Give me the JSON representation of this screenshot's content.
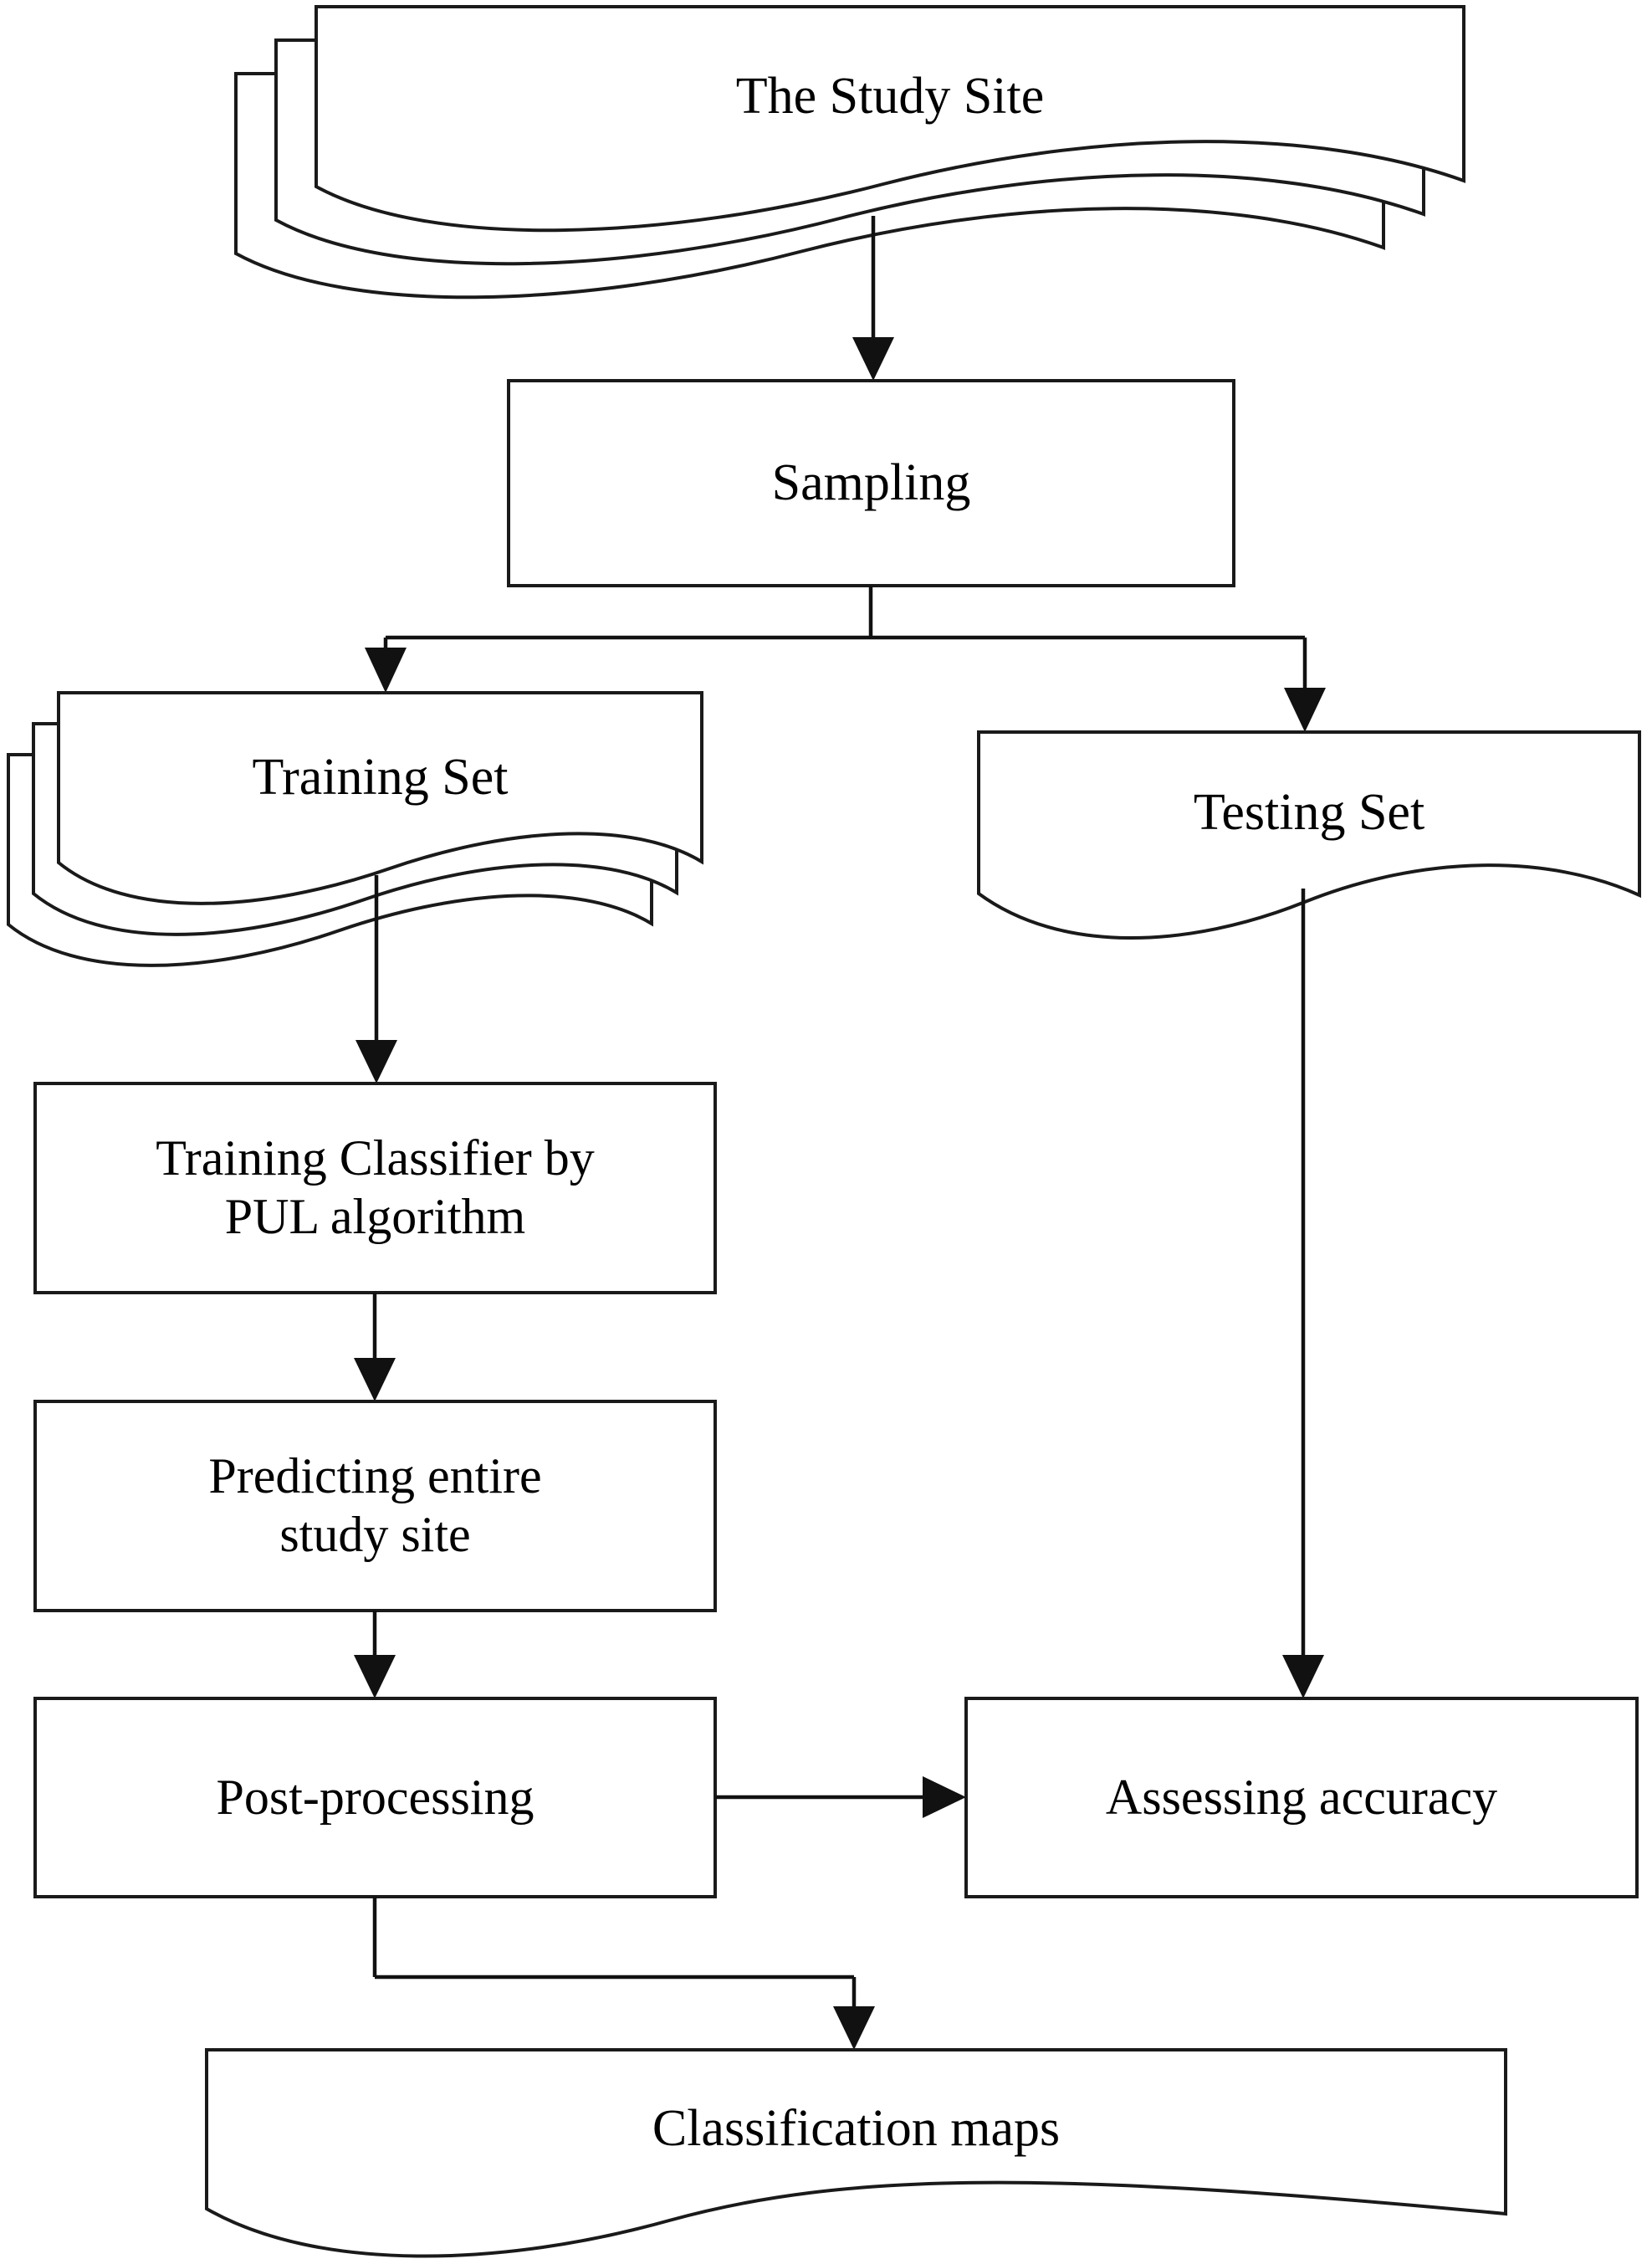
{
  "diagram": {
    "title": "Classification workflow flowchart",
    "background_color": "#ffffff",
    "stroke_color": "#1a1a1a",
    "text_color": "#000000"
  },
  "nodes": [
    {
      "id": "study-site",
      "label": "The Study Site",
      "shape": "multi-document",
      "layers": 3,
      "font_size": 62
    },
    {
      "id": "sampling",
      "label": "Sampling",
      "shape": "process-rectangle",
      "font_size": 62
    },
    {
      "id": "training-set",
      "label": "Training Set",
      "shape": "multi-document",
      "layers": 3,
      "font_size": 62
    },
    {
      "id": "testing-set",
      "label": "Testing Set",
      "shape": "document",
      "layers": 1,
      "font_size": 62
    },
    {
      "id": "training-classifier",
      "label": "Training Classifier by\nPUL algorithm",
      "shape": "process-rectangle",
      "font_size": 60
    },
    {
      "id": "predicting-study-site",
      "label": "Predicting entire\nstudy site",
      "shape": "process-rectangle",
      "font_size": 60
    },
    {
      "id": "post-processing",
      "label": "Post-processing",
      "shape": "process-rectangle",
      "font_size": 60
    },
    {
      "id": "assessing-accuracy",
      "label": "Assessing accuracy",
      "shape": "process-rectangle",
      "font_size": 60
    },
    {
      "id": "classification-maps",
      "label": "Classification maps",
      "shape": "document",
      "layers": 1,
      "font_size": 62
    }
  ],
  "edges": [
    {
      "id": "e1",
      "from": "study-site",
      "to": "sampling",
      "style": "straight-down",
      "arrow": true
    },
    {
      "id": "e2",
      "from": "sampling",
      "to": "training-set",
      "style": "split-elbow-left",
      "arrow": true
    },
    {
      "id": "e3",
      "from": "sampling",
      "to": "testing-set",
      "style": "split-elbow-right",
      "arrow": true
    },
    {
      "id": "e4",
      "from": "training-set",
      "to": "training-classifier",
      "style": "straight-down",
      "arrow": true
    },
    {
      "id": "e5",
      "from": "training-classifier",
      "to": "predicting-study-site",
      "style": "straight-down",
      "arrow": true
    },
    {
      "id": "e6",
      "from": "predicting-study-site",
      "to": "post-processing",
      "style": "straight-down",
      "arrow": true
    },
    {
      "id": "e7",
      "from": "post-processing",
      "to": "assessing-accuracy",
      "style": "straight-right",
      "arrow": true
    },
    {
      "id": "e8",
      "from": "testing-set",
      "to": "assessing-accuracy",
      "style": "long-down",
      "arrow": true
    },
    {
      "id": "e9",
      "from": "post-processing",
      "to": "classification-maps",
      "style": "elbow-down",
      "arrow": true
    }
  ]
}
